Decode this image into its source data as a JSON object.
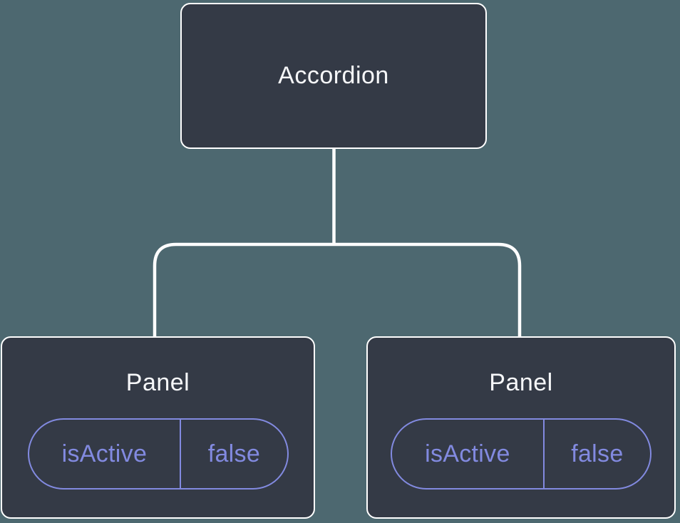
{
  "diagram": {
    "root": {
      "label": "Accordion"
    },
    "children": [
      {
        "label": "Panel",
        "state": {
          "name": "isActive",
          "value": "false"
        }
      },
      {
        "label": "Panel",
        "state": {
          "name": "isActive",
          "value": "false"
        }
      }
    ]
  },
  "colors": {
    "canvas_background": "#4D6870",
    "node_background": "#343A46",
    "node_border": "#FFFFFF",
    "node_text": "#F6F7F9",
    "state_accent": "#828AE0",
    "connector": "#FFFFFF"
  }
}
